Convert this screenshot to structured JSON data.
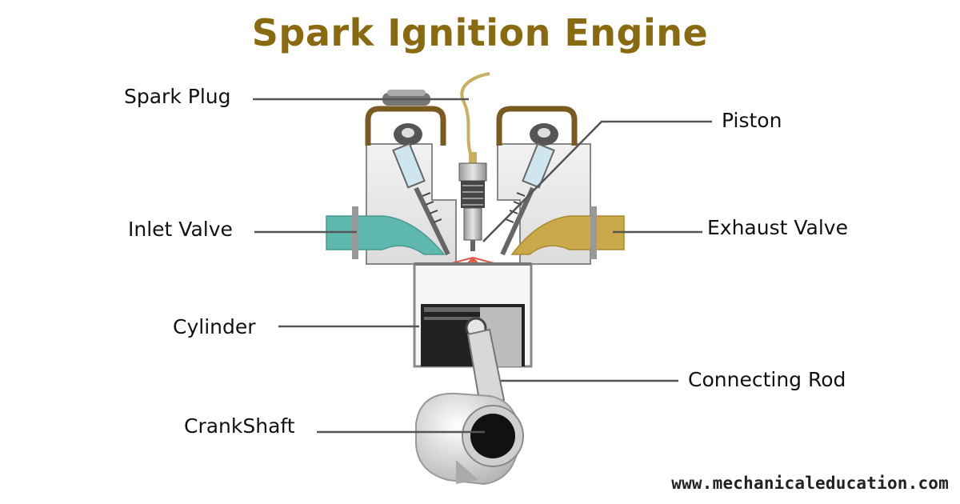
{
  "title": "Spark Ignition Engine",
  "title_color": "#8a6a10",
  "labels": {
    "spark_plug": "Spark Plug",
    "piston": "Piston",
    "inlet_valve": "Inlet Valve",
    "exhaust_valve": "Exhaust Valve",
    "cylinder": "Cylinder",
    "connecting_rod": "Connecting Rod",
    "crankshaft": "CrankShaft"
  },
  "footer": "www.mechanicaleducation.com",
  "colors": {
    "inlet_charge": "#5fb8ae",
    "exhaust_gas": "#c9a94a",
    "cover": "#8a6a2a",
    "leader_line": "#555555"
  }
}
